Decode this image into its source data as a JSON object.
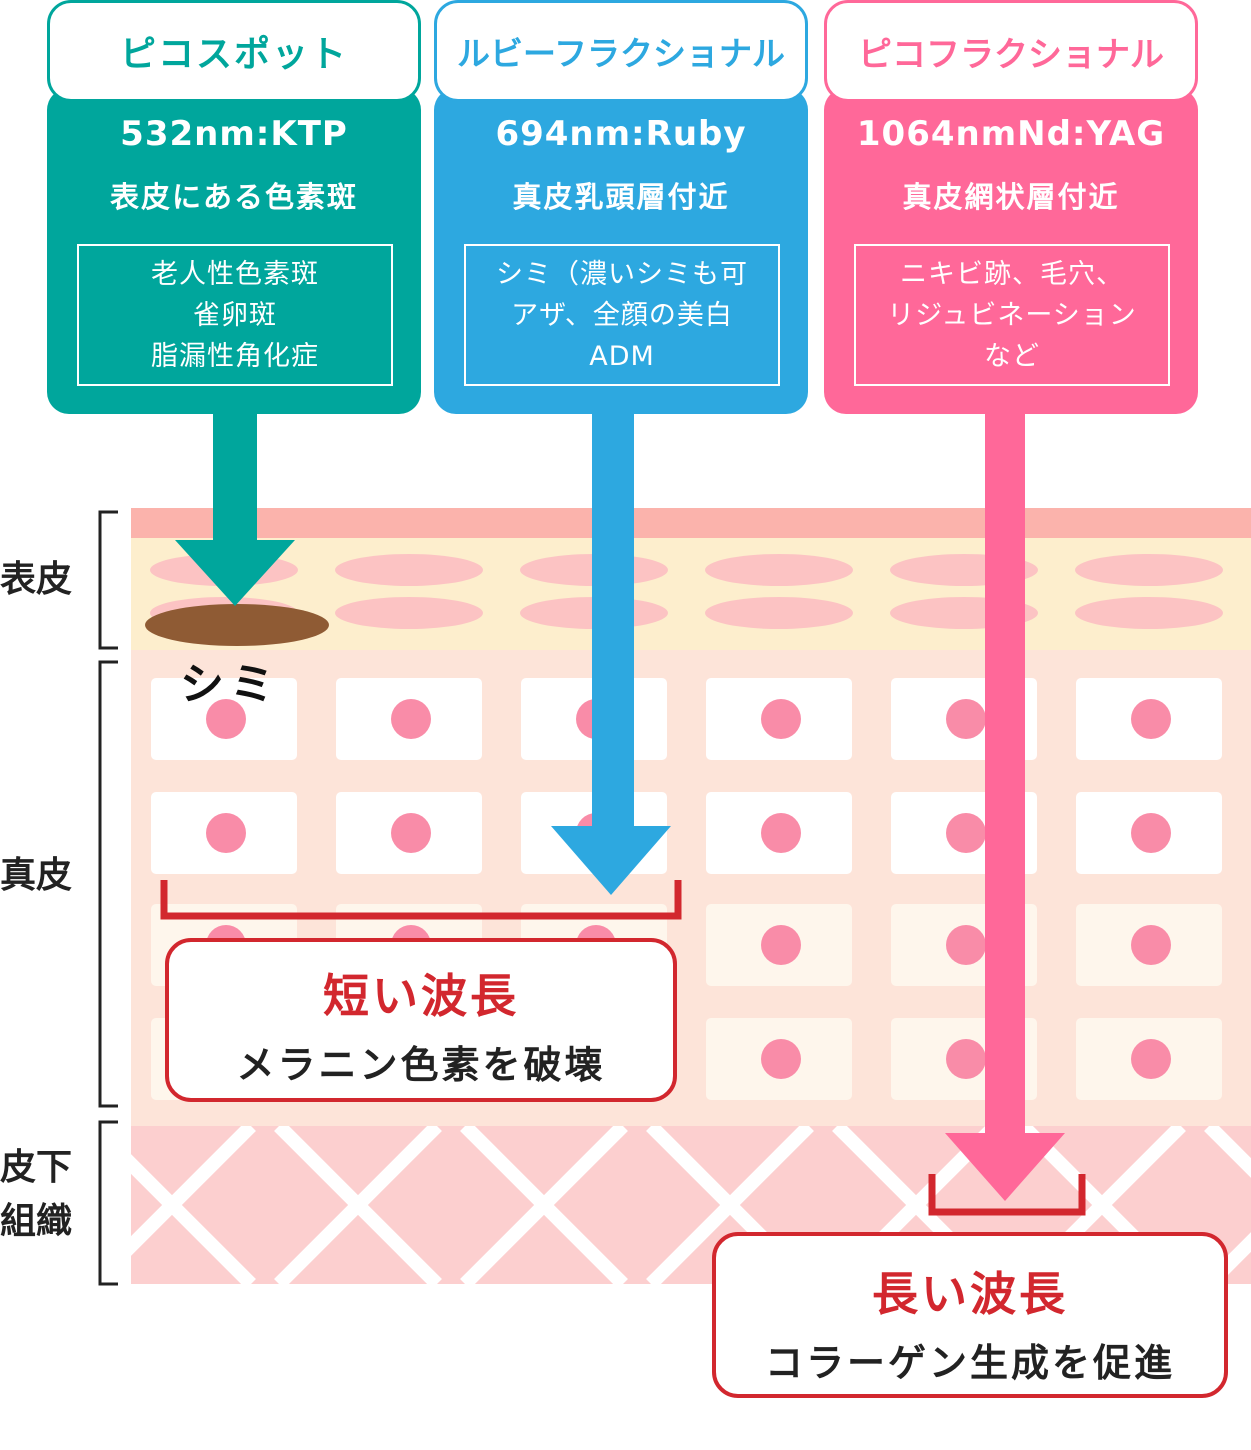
{
  "cards": [
    {
      "title": "ピコスポット",
      "wavelength": "532nm:KTP",
      "depth": "表皮にある色素斑",
      "targets": [
        "老人性色素斑",
        "雀卵斑",
        "脂漏性角化症"
      ],
      "color": "#00a69c"
    },
    {
      "title": "ルビーフラクショナル",
      "wavelength": "694nm:Ruby",
      "depth": "真皮乳頭層付近",
      "targets": [
        "シミ（濃いシミも可",
        "アザ、全顔の美白",
        "ADM"
      ],
      "color": "#2da8e0"
    },
    {
      "title": "ピコフラクショナル",
      "wavelength": "1064nmNd:YAG",
      "depth": "真皮網状層付近",
      "targets": [
        "ニキビ跡、毛穴、",
        "リジュビネーション",
        "など"
      ],
      "color": "#ff6899"
    }
  ],
  "layers": {
    "epidermis": "表皮",
    "dermis": "真皮",
    "subcutis_line1": "皮下",
    "subcutis_line2": "組織"
  },
  "spot_label": "シミ",
  "notes": {
    "short": {
      "title": "短い波長",
      "desc": "メラニン色素を破壊"
    },
    "long": {
      "title": "長い波長",
      "desc": "コラーゲン生成を促進"
    }
  },
  "colors": {
    "teal": "#00a69c",
    "blue": "#2da8e0",
    "pink": "#ff6899",
    "red": "#d2272e",
    "epidermis_bg": "#fdeecd",
    "dermis_bg": "#fde4d9",
    "subcutis_bg": "#fccfcf",
    "cell_dot": "#f98ca8",
    "spot": "#8f5b34"
  }
}
